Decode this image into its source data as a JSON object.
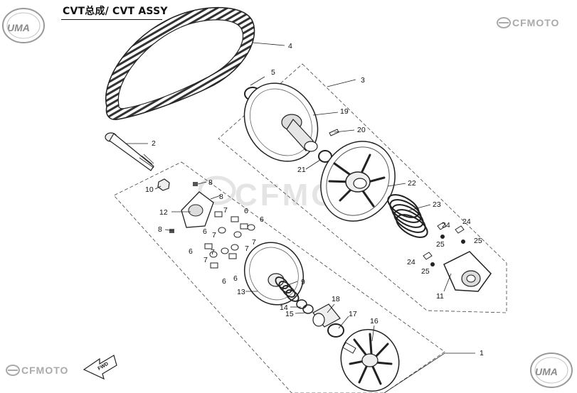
{
  "title": "CVT总成/ CVT ASSY",
  "logos": {
    "brand_top": "CFMOTO",
    "brand_bottom": "CFMOTO",
    "watermark": "CFMOTO",
    "uma_top": "UMA",
    "uma_bottom": "UMA"
  },
  "arrow_label": "FWD",
  "callouts": [
    {
      "id": "c1",
      "text": "1"
    },
    {
      "id": "c2",
      "text": "2"
    },
    {
      "id": "c3",
      "text": "3"
    },
    {
      "id": "c4",
      "text": "4"
    },
    {
      "id": "c5",
      "text": "5"
    },
    {
      "id": "c6a",
      "text": "6"
    },
    {
      "id": "c6b",
      "text": "6"
    },
    {
      "id": "c6c",
      "text": "6"
    },
    {
      "id": "c6d",
      "text": "6"
    },
    {
      "id": "c6e",
      "text": "6"
    },
    {
      "id": "c6f",
      "text": "6"
    },
    {
      "id": "c7a",
      "text": "7"
    },
    {
      "id": "c7b",
      "text": "7"
    },
    {
      "id": "c7c",
      "text": "7"
    },
    {
      "id": "c7d",
      "text": "7"
    },
    {
      "id": "c7e",
      "text": "7"
    },
    {
      "id": "c7f",
      "text": "7"
    },
    {
      "id": "c8a",
      "text": "8"
    },
    {
      "id": "c8b",
      "text": "8"
    },
    {
      "id": "c8c",
      "text": "8"
    },
    {
      "id": "c9",
      "text": "9"
    },
    {
      "id": "c10",
      "text": "10"
    },
    {
      "id": "c11",
      "text": "11"
    },
    {
      "id": "c12",
      "text": "12"
    },
    {
      "id": "c13",
      "text": "13"
    },
    {
      "id": "c14",
      "text": "14"
    },
    {
      "id": "c15",
      "text": "15"
    },
    {
      "id": "c16",
      "text": "16"
    },
    {
      "id": "c17",
      "text": "17"
    },
    {
      "id": "c18",
      "text": "18"
    },
    {
      "id": "c19",
      "text": "19"
    },
    {
      "id": "c20",
      "text": "20"
    },
    {
      "id": "c21",
      "text": "21"
    },
    {
      "id": "c22",
      "text": "22"
    },
    {
      "id": "c23",
      "text": "23"
    },
    {
      "id": "c24a",
      "text": "24"
    },
    {
      "id": "c24b",
      "text": "24"
    },
    {
      "id": "c24c",
      "text": "24"
    },
    {
      "id": "c25a",
      "text": "25"
    },
    {
      "id": "c25b",
      "text": "25"
    },
    {
      "id": "c25c",
      "text": "25"
    }
  ]
}
